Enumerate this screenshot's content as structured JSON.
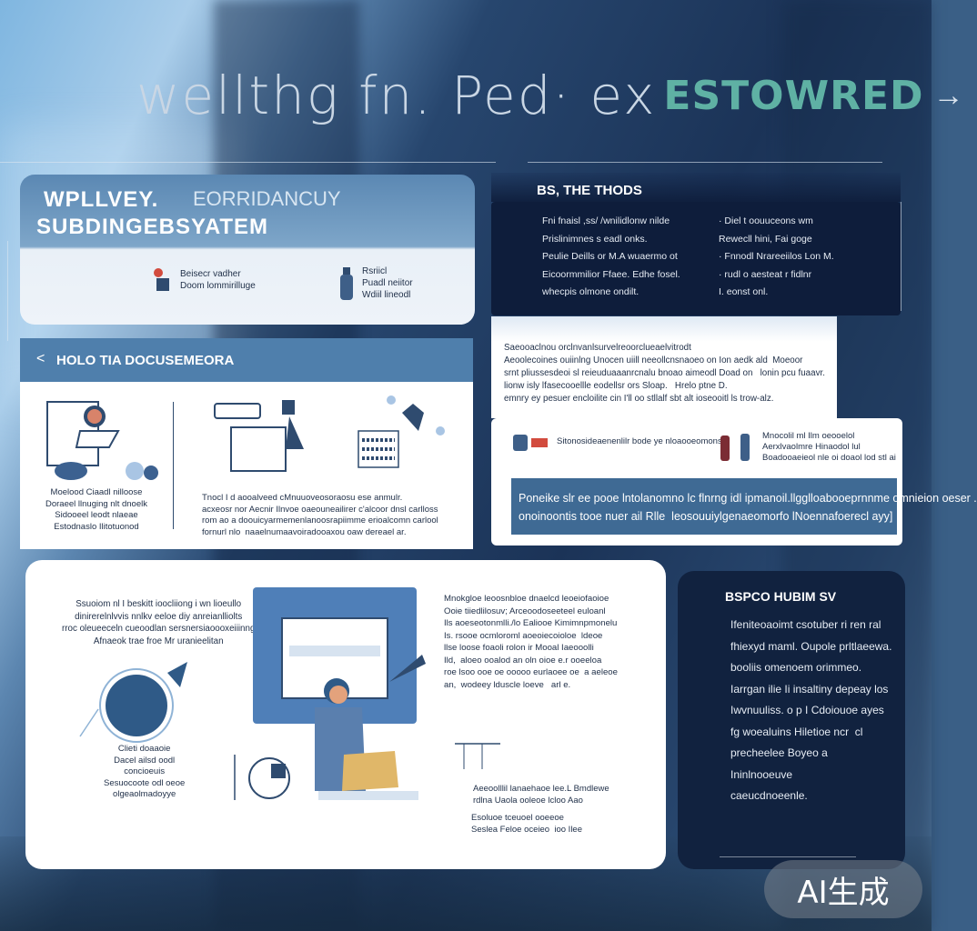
{
  "header": {
    "title": "wellthg fn. Ped· ex",
    "accent": "ESTOWRED",
    "arrow": "→"
  },
  "card_subsystem": {
    "line1a": "WPLLVEY.",
    "line1b": "EORRIDANCUY",
    "line2": "SUBDINGEBSYATEM",
    "item1": "Beisecr vadher\nDoom lommirilluge",
    "item2": "Rsriicl\nPuadl neiitor\nWdiil lineodl"
  },
  "card_methods": {
    "title": "BS, THE THODS",
    "col_left": "Fni fnaisl ,ss/ /wnilidlonw nilde\nPrislinimnes s eadl onks.\nPeulie Deills or M.A wuaermo ot\nEicoormmilior Ffaee. Edhe fosel.\nwhecpis olmone ondilt.",
    "col_right": "· Diel t oouuceons wm\nRewecll hini, Fai goge\n· Fnnodl Nrareeiilos Lon M.\n· rudl o aesteat r fidlnr\nI. eonst onl."
  },
  "card_documents": {
    "chevron": "<",
    "label": "HOLO TIA DOCUSEMEORA",
    "caption_left": "Moelood Ciaadl nilloose\nDoraeel llnuging nlt dnoelk\nSidooeel leodt nlaeae\nEstodnaslo Ilitotuonod",
    "caption_right": "Tnocl I d aooalveed cMnuuoveosoraosu ese anmulr.\nacxeosr nor Aecnir Ilnvoe oaeouneailirer c'alcoor dnsl carlloss\nrom ao a doouicyarmemenlanoosrapiimme erioalcomn carlool\nfornurl nlo  naaelnumaavoiradooaxou oaw dereael ar."
  },
  "card_notes": {
    "text": "Saeooaclnou orclnvanlsurvelreoorclueaelvitrodt\nAeoolecoines ouiinlng Unocen uiill neeollcnsnaoeo on Ion aedk ald  Moeoor\nsrnt pliussesdeoi sl reieuduaaanrcnalu bnoao aimeodl Doad on   lonin pcu fuaavr.\nlionw isly lfasecooellle eodellsr ors Sloap.   Hrelo ptne D.\nemnry ey pesuer encloilite cin I'll oo stllalf sbt alt ioseooitl ls trow-alz."
  },
  "card_banner": {
    "item1": "Sitonosideaenenlilr bode ye nloaooeomonsy.",
    "item2": "Mnocolil ml Ilm oeooelol\nAerxlvaolmre Hinaodol lul\nBoadooaeieol nle oi doaol lod stl ai",
    "banner_text": "Poneike slr ee pooe lntolanomno lc flnrng idl ipmanoil.llgglloabooeprnnme omnieion oeser .\nonoinoontis tooe nuer ail Rlle  leosouuiylgenaeomorfo lNoennafoerecl ayy]"
  },
  "card_main": {
    "text_left": "Ssuoiom nl I beskitt ioocliiong i wn lioeullo\ndinirerelnlvvis nnlkv eeloe diy anreianlliolts\nrroc oleueeceln cueoodlan sersnersiaoooxeiiinng\nAfnaeok trae froe Mr uranieelitan",
    "text_right": "Mnokgloe leoosnbloe dnaelcd leoeiofaoioe\nOoie tiiedlilosuv; Arceoodoseeteel euloanl\nIls aoeseotonmlli./lo Ealiooe Kimimnpmonelu\nIs. rsooe ocmloroml aoeoiecoioloe  ldeoe\nllse loose foaoli rolon ir Mooal Iaeooolli\nIld,  aloeo ooalod an oln oioe e.r ooeeloa\nroe lsoo ooe oe ooooo eurlaoee oe  a aeleoe\nan,  wodeey lduscle loeve   arl e.",
    "caption_left": "Clieti doaaoie\nDacel ailsd oodl\nconcioeuis\nSesuocoote odl oeoe\nolgeaolmadoyye",
    "caption_right": "Aeeoolllil lanaehaoe lee.L Bmdlewe\nrdlna Uaola ooleoe lcloo Aao",
    "caption_right2": "Esoluoe tceuoel ooeeoe\nSeslea Feloe oceieo  ioo Ilee"
  },
  "card_process": {
    "title": "BSPCO HUBIM SV",
    "text": "Ifeniteoaoimt csotuber ri ren ral\nfhiexyd maml. Oupole prltlaeewa.\nbooliis omenoem orimmeo.\nIarrgan ilie Ii insaltiny depeay los\nIwvnuuliss. o p I Cdoiouoe ayes\nfg woealuins Hiletioe ncr  cl\nprecheelee Boyeo a\nIninlnooeuve\ncaeucdnoeenle."
  },
  "badge": {
    "label": "AI生成"
  },
  "colors": {
    "accent": "#5fb1a4",
    "primary_blue": "#4f7fac",
    "dark_navy": "#0f1f3d"
  }
}
